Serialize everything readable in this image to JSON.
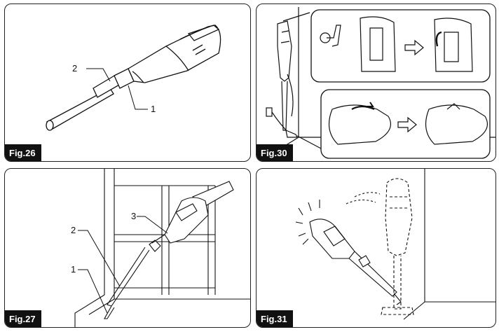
{
  "figures": {
    "fig26": {
      "label": "Fig.26",
      "callouts": [
        "2",
        "1"
      ]
    },
    "fig30": {
      "label": "Fig.30"
    },
    "fig27": {
      "label": "Fig.27",
      "callouts": [
        "3",
        "2",
        "1"
      ]
    },
    "fig31": {
      "label": "Fig.31"
    }
  }
}
